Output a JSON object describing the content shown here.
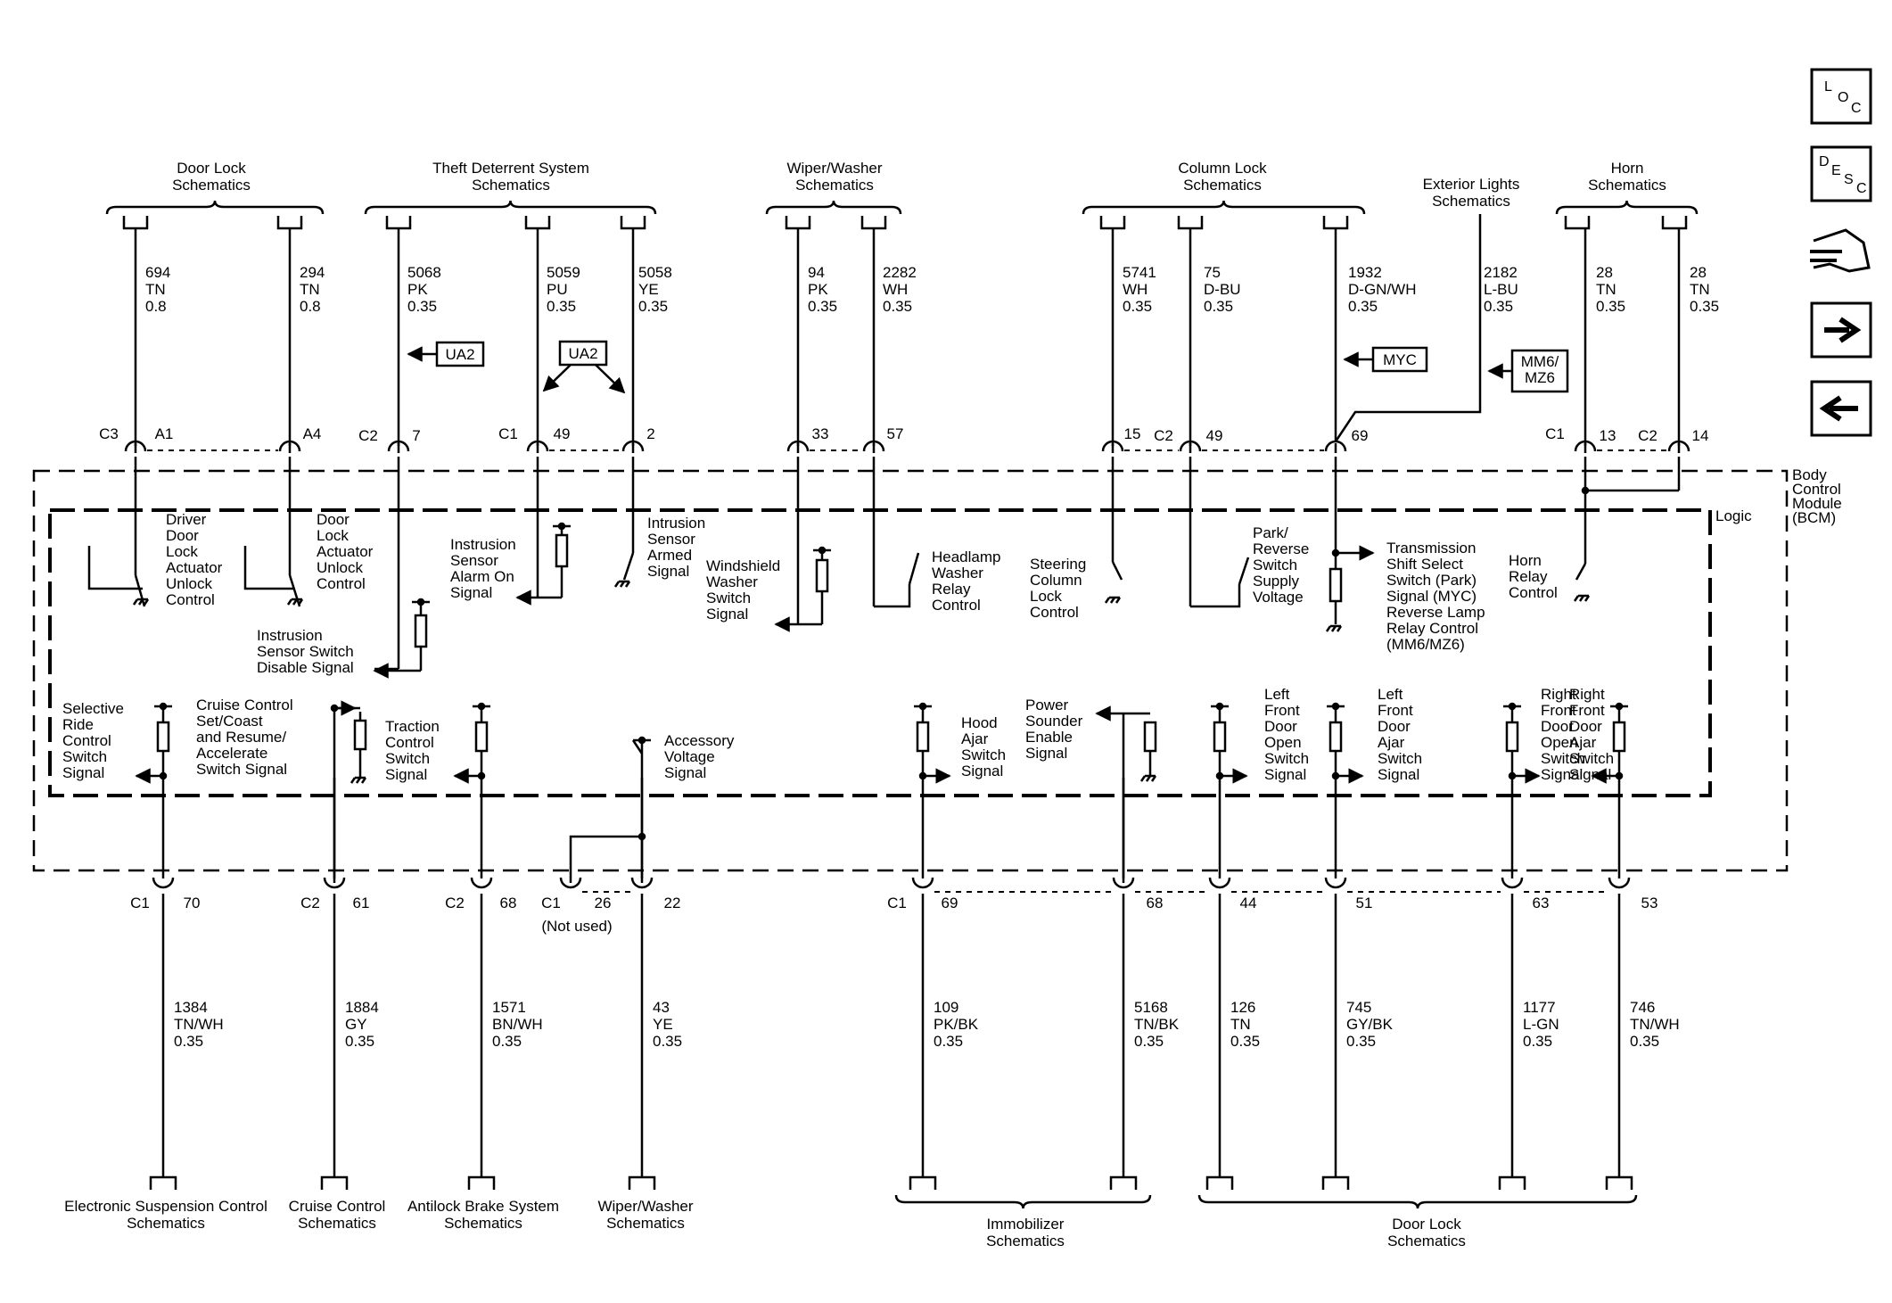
{
  "header_refs": {
    "door_lock": "Door Lock\nSchematics",
    "theft": "Theft Deterrent System\nSchematics",
    "wiper": "Wiper/Washer\nSchematics",
    "column": "Column Lock\nSchematics",
    "extlights": "Exterior Lights\nSchematics",
    "horn": "Horn\nSchematics"
  },
  "footer_refs": {
    "esc": "Electronic Suspension Control\nSchematics",
    "cruise": "Cruise Control\nSchematics",
    "abs": "Antilock Brake System\nSchematics",
    "wiper": "Wiper/Washer\nSchematics",
    "immob": "Immobilizer\nSchematics",
    "doorlock": "Door Lock\nSchematics"
  },
  "module": {
    "name": "Body\nControl\nModule\n(BCM)",
    "logic": "Logic"
  },
  "options": {
    "ua2_a": "UA2",
    "ua2_b": "UA2",
    "myc": "MYC",
    "mm6": "MM6/\nMZ6"
  },
  "nav": {
    "loc": [
      "L",
      "O",
      "C"
    ],
    "desc": [
      "D",
      "E",
      "S",
      "C"
    ]
  },
  "top_wires": [
    {
      "id": "w694",
      "text": "694\nTN\n0.8"
    },
    {
      "id": "w294",
      "text": "294\nTN\n0.8"
    },
    {
      "id": "w5068",
      "text": "5068\nPK\n0.35"
    },
    {
      "id": "w5059",
      "text": "5059\nPU\n0.35"
    },
    {
      "id": "w5058",
      "text": "5058\nYE\n0.35"
    },
    {
      "id": "w94",
      "text": "94\nPK\n0.35"
    },
    {
      "id": "w2282",
      "text": "2282\nWH\n0.35"
    },
    {
      "id": "w5741",
      "text": "5741\nWH\n0.35"
    },
    {
      "id": "w75",
      "text": "75\nD-BU\n0.35"
    },
    {
      "id": "w1932",
      "text": "1932\nD-GN/WH\n0.35"
    },
    {
      "id": "w2182",
      "text": "2182\nL-BU\n0.35"
    },
    {
      "id": "w28a",
      "text": "28\nTN\n0.35"
    },
    {
      "id": "w28b",
      "text": "28\nTN\n0.35"
    }
  ],
  "top_pins": {
    "c3": "C3",
    "a1": "A1",
    "a4": "A4",
    "c2a": "C2",
    "p7": "7",
    "c1a": "C1",
    "p49": "49",
    "p2": "2",
    "p33": "33",
    "p57": "57",
    "p15": "15",
    "c2b": "C2",
    "p49b": "49",
    "p69": "69",
    "c1b": "C1",
    "p13": "13",
    "c2c": "C2",
    "p14": "14"
  },
  "bottom_pins": {
    "c1a": "C1",
    "p70": "70",
    "c2a": "C2",
    "p61": "61",
    "c2b": "C2",
    "p68a": "68",
    "c1b": "C1",
    "p26": "26",
    "notused": "(Not used)",
    "p22": "22",
    "c1c": "C1",
    "p69": "69",
    "p68b": "68",
    "p44": "44",
    "p51": "51",
    "p63": "63",
    "p53": "53"
  },
  "bottom_wires": [
    {
      "id": "w1384",
      "text": "1384\nTN/WH\n0.35"
    },
    {
      "id": "w1884",
      "text": "1884\nGY\n0.35"
    },
    {
      "id": "w1571",
      "text": "1571\nBN/WH\n0.35"
    },
    {
      "id": "w43",
      "text": "43\nYE\n0.35"
    },
    {
      "id": "w109",
      "text": "109\nPK/BK\n0.35"
    },
    {
      "id": "w5168",
      "text": "5168\nTN/BK\n0.35"
    },
    {
      "id": "w126",
      "text": "126\nTN\n0.35"
    },
    {
      "id": "w745",
      "text": "745\nGY/BK\n0.35"
    },
    {
      "id": "w1177",
      "text": "1177\nL-GN\n0.35"
    },
    {
      "id": "w746",
      "text": "746\nTN/WH\n0.35"
    }
  ],
  "signals": {
    "driver_unlock": "Driver\nDoor\nLock\nActuator\nUnlock\nControl",
    "door_unlock": "Door\nLock\nActuator\nUnlock\nControl",
    "alarm_on": "Instrusion\nSensor\nAlarm On\nSignal",
    "armed": "Intrusion\nSensor\nArmed\nSignal",
    "disable": "Instrusion\nSensor Switch\nDisable Signal",
    "ws_washer": "Windshield\nWasher\nSwitch\nSignal",
    "headlamp": "Headlamp\nWasher\nRelay\nControl",
    "steering": "Steering\nColumn\nLock\nControl",
    "park": "Park/\nReverse\nSwitch\nSupply\nVoltage",
    "trans": "Transmission\nShift Select\nSwitch (Park)\nSignal (MYC)\nReverse Lamp\nRelay Control\n(MM6/MZ6)",
    "horn": "Horn\nRelay\nControl",
    "selective": "Selective\nRide\nControl\nSwitch\nSignal",
    "cruise": "Cruise Control\nSet/Coast\nand Resume/\nAccelerate\nSwitch Signal",
    "traction": "Traction\nControl\nSwitch\nSignal",
    "accessory": "Accessory\nVoltage\nSignal",
    "hood": "Hood\nAjar\nSwitch\nSignal",
    "sounder": "Power\nSounder\nEnable\nSignal",
    "lf_open": "Left\nFront\nDoor\nOpen\nSwitch\nSignal",
    "lf_ajar": "Left\nFront\nDoor\nAjar\nSwitch\nSignal",
    "rf_open": "Right\nFront\nDoor\nOpen\nSwitch\nSignal",
    "rf_ajar": "Right\nFront\nDoor\nAjar\nSwitch\nSignal"
  }
}
